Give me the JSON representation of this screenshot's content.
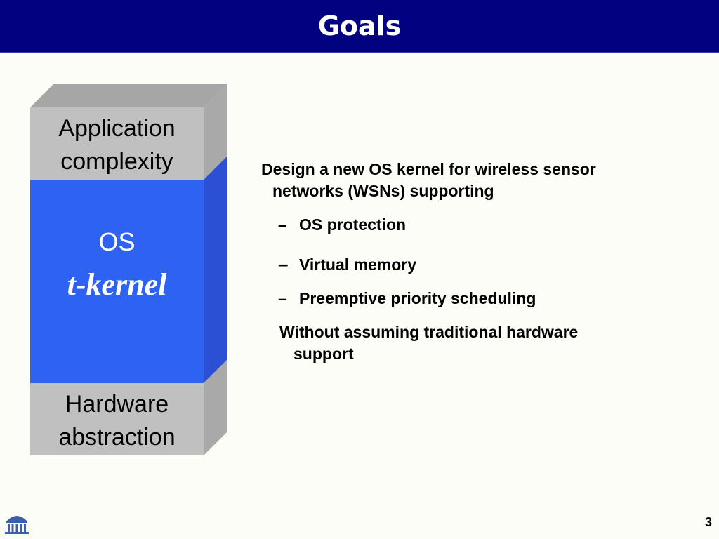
{
  "slide": {
    "title": "Goals",
    "page_number": "3"
  },
  "stack": {
    "top_label_line1": "Application",
    "top_label_line2": "complexity",
    "middle_label_line1": "OS",
    "middle_label_line2": "t-kernel",
    "bottom_label_line1": "Hardware",
    "bottom_label_line2": "abstraction"
  },
  "content": {
    "para1_line1": "Design a new OS kernel for wireless sensor",
    "para1_line2": "networks (WSNs) supporting",
    "bullets": [
      {
        "dash": "–",
        "text": "OS protection"
      },
      {
        "dash": "–",
        "text": "Virtual memory"
      },
      {
        "dash": "–",
        "text": "Preemptive priority scheduling"
      }
    ],
    "para2_line1": "Without assuming traditional hardware",
    "para2_line2": "support"
  },
  "colors": {
    "title_bar": "#020281",
    "os_front": "#2e62f2",
    "os_side": "#2c50d4",
    "grey_front": "#c0c0c0",
    "grey_side": "#a9a9a9",
    "grey_top": "#a6a6a6"
  },
  "icons": {
    "logo": "rotunda-building-icon"
  }
}
